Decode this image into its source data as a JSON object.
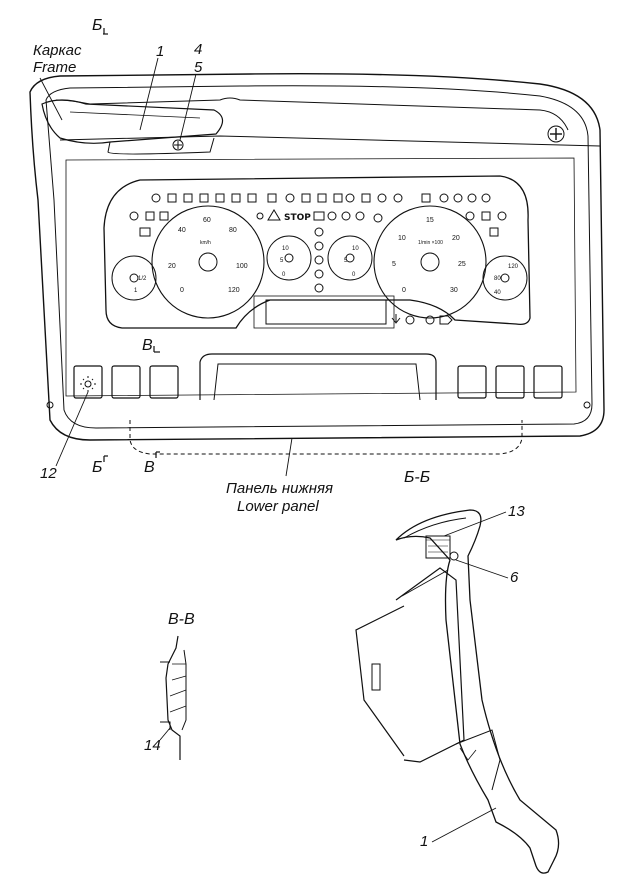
{
  "section_markers": {
    "b_top": "Б",
    "v_mid": "В",
    "b_bottom": "Б",
    "v_bottom": "В"
  },
  "frame_label": {
    "ru": "Каркас",
    "en": "Frame"
  },
  "lower_panel_label": {
    "ru": "Панель нижняя",
    "en": "Lower panel"
  },
  "callouts": {
    "c1": "1",
    "c4": "4",
    "c5": "5",
    "c12": "12",
    "c13": "13",
    "c6": "6",
    "c14": "14",
    "c1b": "1"
  },
  "section_views": {
    "bb": "Б-Б",
    "vv": "В-В"
  },
  "cluster": {
    "stop_text": "STOP",
    "speedo_ticks": [
      "20",
      "40",
      "60",
      "80",
      "100",
      "120",
      "0"
    ],
    "speedo_unit": "km/h",
    "tacho_ticks": [
      "0",
      "5",
      "10",
      "15",
      "20",
      "25",
      "30"
    ],
    "tacho_unit": "1/min ×100",
    "small_gauge_left": [
      "1/2",
      "1"
    ],
    "small_gauge_right": [
      "120",
      "80",
      "40"
    ],
    "small_gauge_a": [
      "10",
      "5",
      "0"
    ],
    "small_gauge_b": [
      "10",
      "5",
      "0"
    ]
  },
  "icons": {
    "light_switch": "sun-icon",
    "warning": "warning-triangle-icon",
    "arrow_down": "arrow-down-icon",
    "arrow_right": "arrow-right-icon"
  }
}
